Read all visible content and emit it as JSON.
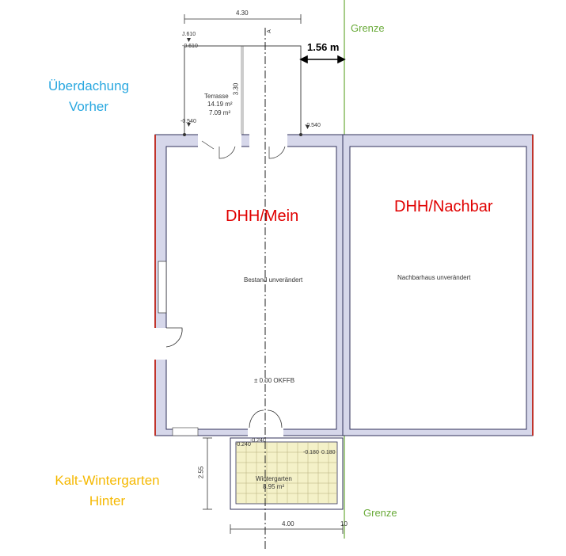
{
  "colors": {
    "wall_fill": "#d6d7ea",
    "wall_stroke": "#30305a",
    "grenze": "#6aab3a",
    "room_label": "#e00000",
    "ueberdachung": "#2aa8e0",
    "wintergarten": "#f5b800",
    "red_edge": "#c0342c",
    "wintergarten_fill": "#f4f1c8"
  },
  "annotations": {
    "grenze_top": "Grenze",
    "grenze_bottom": "Grenze",
    "distance": "1.56 m",
    "ueberdachung_line1": "Überdachung",
    "ueberdachung_line2": "Vorher",
    "wintergarten_line1": "Kalt-Wintergarten",
    "wintergarten_line2": "Hinter"
  },
  "rooms": {
    "mein": "DHH/Mein",
    "nachbar": "DHH/Nachbar",
    "bestand": "Bestand unverändert",
    "nachbarhaus": "Nachbarhaus unverändert",
    "okffb": "± 0.00 OKFFB"
  },
  "terrasse": {
    "name": "Terrasse",
    "area1": "14.19 m²",
    "area2": "7.09 m²"
  },
  "wintergarten": {
    "name": "Wintergarten",
    "area": "8.95 m²"
  },
  "dimensions": {
    "top_width": "4.30",
    "terrace_depth": "3.30",
    "bottom_width": "4.00",
    "wg_depth": "2.55",
    "bottom_small": "10"
  },
  "levels": {
    "l1": "J.610",
    "l2": "-0.610",
    "l3": "-0.540",
    "l4": "-0.540",
    "l5": "-0.240",
    "l6": "-0.240",
    "l7": "-0.180",
    "l8": "0.180"
  },
  "axis_marker": "A"
}
